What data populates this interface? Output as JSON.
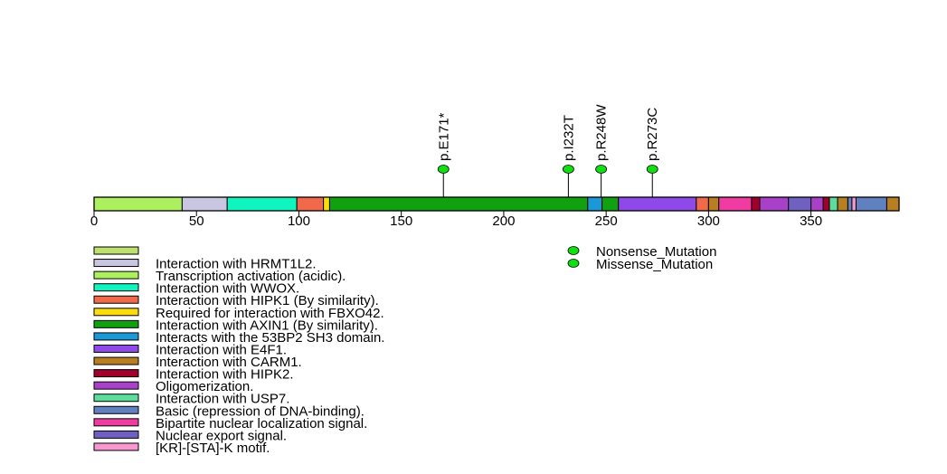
{
  "chart_data": {
    "type": "lollipop",
    "protein_length": 393,
    "xlim": [
      0,
      393
    ],
    "x_ticks": [
      0,
      50,
      100,
      150,
      200,
      250,
      300,
      350
    ],
    "domains": [
      {
        "start": 0,
        "end": 43,
        "color": "#adf05f"
      },
      {
        "start": 43,
        "end": 65,
        "color": "#c8c6e0"
      },
      {
        "start": 65,
        "end": 99,
        "color": "#10f5c0"
      },
      {
        "start": 99,
        "end": 112,
        "color": "#f0694a"
      },
      {
        "start": 112,
        "end": 115,
        "color": "#fbdc10"
      },
      {
        "start": 115,
        "end": 241,
        "color": "#10a010"
      },
      {
        "start": 241,
        "end": 248,
        "color": "#1b99d6"
      },
      {
        "start": 248,
        "end": 256,
        "color": "#10a010"
      },
      {
        "start": 256,
        "end": 294,
        "color": "#8e4ae8"
      },
      {
        "start": 294,
        "end": 300,
        "color": "#f0694a"
      },
      {
        "start": 300,
        "end": 305,
        "color": "#b87e22"
      },
      {
        "start": 305,
        "end": 321,
        "color": "#f03ca0"
      },
      {
        "start": 321,
        "end": 325,
        "color": "#a0002a"
      },
      {
        "start": 325,
        "end": 339,
        "color": "#a840c8"
      },
      {
        "start": 339,
        "end": 350,
        "color": "#7060c0"
      },
      {
        "start": 350,
        "end": 356,
        "color": "#a840c8"
      },
      {
        "start": 356,
        "end": 359,
        "color": "#a0002a"
      },
      {
        "start": 359,
        "end": 363,
        "color": "#5ddc9c"
      },
      {
        "start": 363,
        "end": 368,
        "color": "#b87e22"
      },
      {
        "start": 368,
        "end": 370,
        "color": "#6080c0"
      },
      {
        "start": 370,
        "end": 372,
        "color": "#f898d0"
      },
      {
        "start": 372,
        "end": 387,
        "color": "#6080c0"
      },
      {
        "start": 387,
        "end": 393,
        "color": "#b87e22"
      }
    ],
    "mutations": [
      {
        "position": 171,
        "label": "p.E171*",
        "type": "Nonsense_Mutation",
        "count": 1
      },
      {
        "position": 232,
        "label": "p.I232T",
        "type": "Missense_Mutation",
        "count": 1
      },
      {
        "position": 248,
        "label": "p.R248W",
        "type": "Missense_Mutation",
        "count": 1
      },
      {
        "position": 273,
        "label": "p.R273C",
        "type": "Missense_Mutation",
        "count": 1
      }
    ],
    "mutation_legend": [
      {
        "label": "Nonsense_Mutation",
        "color": "#10e010"
      },
      {
        "label": "Missense_Mutation",
        "color": "#10e010"
      }
    ],
    "domain_legend": [
      {
        "label": "",
        "color": "#bde070"
      },
      {
        "label": "Interaction with HRMT1L2.",
        "color": "#c8c6e0"
      },
      {
        "label": "Transcription activation (acidic).",
        "color": "#adf05f"
      },
      {
        "label": "Interaction with WWOX.",
        "color": "#10f5c0"
      },
      {
        "label": "Interaction with HIPK1 (By similarity).",
        "color": "#f0694a"
      },
      {
        "label": "Required for interaction with FBXO42.",
        "color": "#fbdc10"
      },
      {
        "label": "Interaction with AXIN1 (By similarity).",
        "color": "#10a010"
      },
      {
        "label": "Interacts with the 53BP2 SH3 domain.",
        "color": "#1b99d6"
      },
      {
        "label": "Interaction with E4F1.",
        "color": "#8e4ae8"
      },
      {
        "label": "Interaction with CARM1.",
        "color": "#b87e22"
      },
      {
        "label": "Interaction with HIPK2.",
        "color": "#a0002a"
      },
      {
        "label": "Oligomerization.",
        "color": "#a840c8"
      },
      {
        "label": "Interaction with USP7.",
        "color": "#5ddc9c"
      },
      {
        "label": "Basic (repression of DNA-binding).",
        "color": "#6080c0"
      },
      {
        "label": "Bipartite nuclear localization signal.",
        "color": "#f03ca0"
      },
      {
        "label": "Nuclear export signal.",
        "color": "#7060c0"
      },
      {
        "label": "[KR]-[STA]-K motif.",
        "color": "#f898d0"
      }
    ]
  }
}
